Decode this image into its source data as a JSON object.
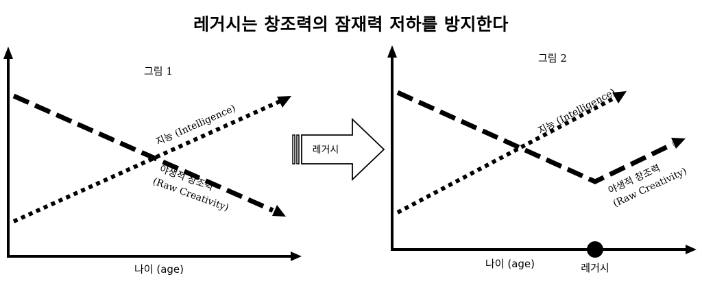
{
  "title": "레거시는 창조력의 잠재력 저하를 방지한다",
  "figure1": {
    "label": "그림 1",
    "intelligence_label": "지능 (Intelligence)",
    "creativity_label": "야생적 창조력",
    "creativity_label_en": "(Raw Creativity)",
    "x_axis_label": "나이 (age)"
  },
  "arrow": {
    "label": "레거시"
  },
  "figure2": {
    "label": "그림 2",
    "intelligence_label": "지능 (Intelligence)",
    "creativity_label": "야생적 창조력",
    "creativity_label_en": "(Raw Creativity)",
    "x_axis_label": "나이 (age)",
    "legacy_marker_label": "레거시"
  }
}
